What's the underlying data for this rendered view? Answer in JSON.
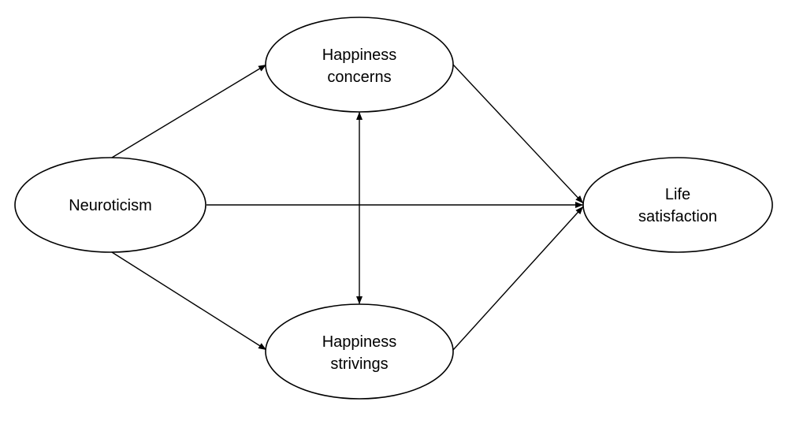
{
  "nodes": {
    "neuroticism": {
      "line1": "Neuroticism"
    },
    "happiness_concerns": {
      "line1": "Happiness",
      "line2": "concerns"
    },
    "happiness_strivings": {
      "line1": "Happiness",
      "line2": "strivings"
    },
    "life_satisfaction": {
      "line1": "Life",
      "line2": "satisfaction"
    }
  },
  "edges": [
    {
      "from": "Neuroticism",
      "to": "Happiness concerns",
      "type": "directed"
    },
    {
      "from": "Neuroticism",
      "to": "Happiness strivings",
      "type": "directed"
    },
    {
      "from": "Neuroticism",
      "to": "Life satisfaction",
      "type": "directed"
    },
    {
      "from": "Happiness concerns",
      "to": "Life satisfaction",
      "type": "directed"
    },
    {
      "from": "Happiness strivings",
      "to": "Life satisfaction",
      "type": "directed"
    },
    {
      "from": "Happiness concerns",
      "to": "Happiness strivings",
      "type": "bidirectional"
    }
  ],
  "colors": {
    "stroke": "#000000",
    "background": "#ffffff"
  }
}
